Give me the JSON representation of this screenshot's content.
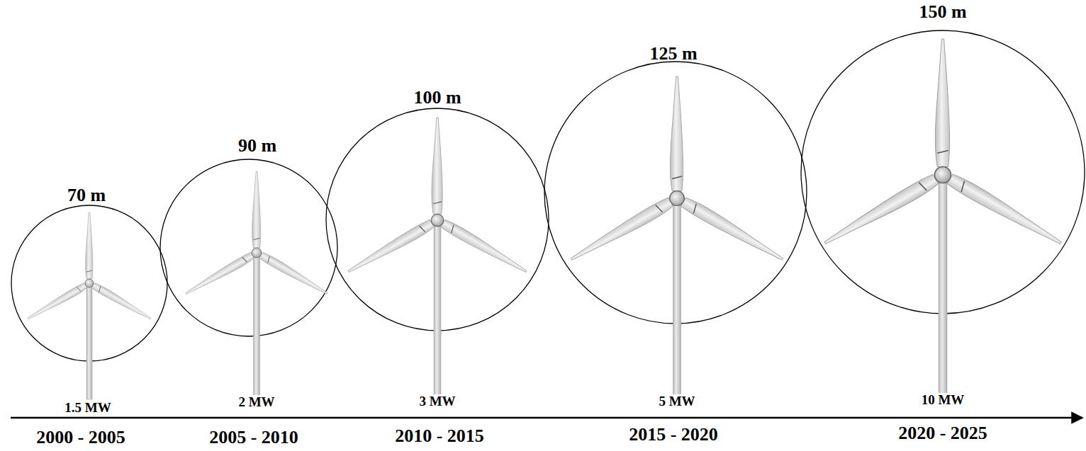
{
  "diagram": {
    "labels": [
      "70 m",
      "1.5 MW",
      "2000 - 2005",
      "90 m",
      "2 MW",
      "2005 - 2010",
      "100 m",
      "3 MW",
      "2010 - 2015",
      "125 m",
      "5 MW",
      "2015 - 2020",
      "150 m",
      "10 MW",
      "2020 - 2025"
    ]
  }
}
